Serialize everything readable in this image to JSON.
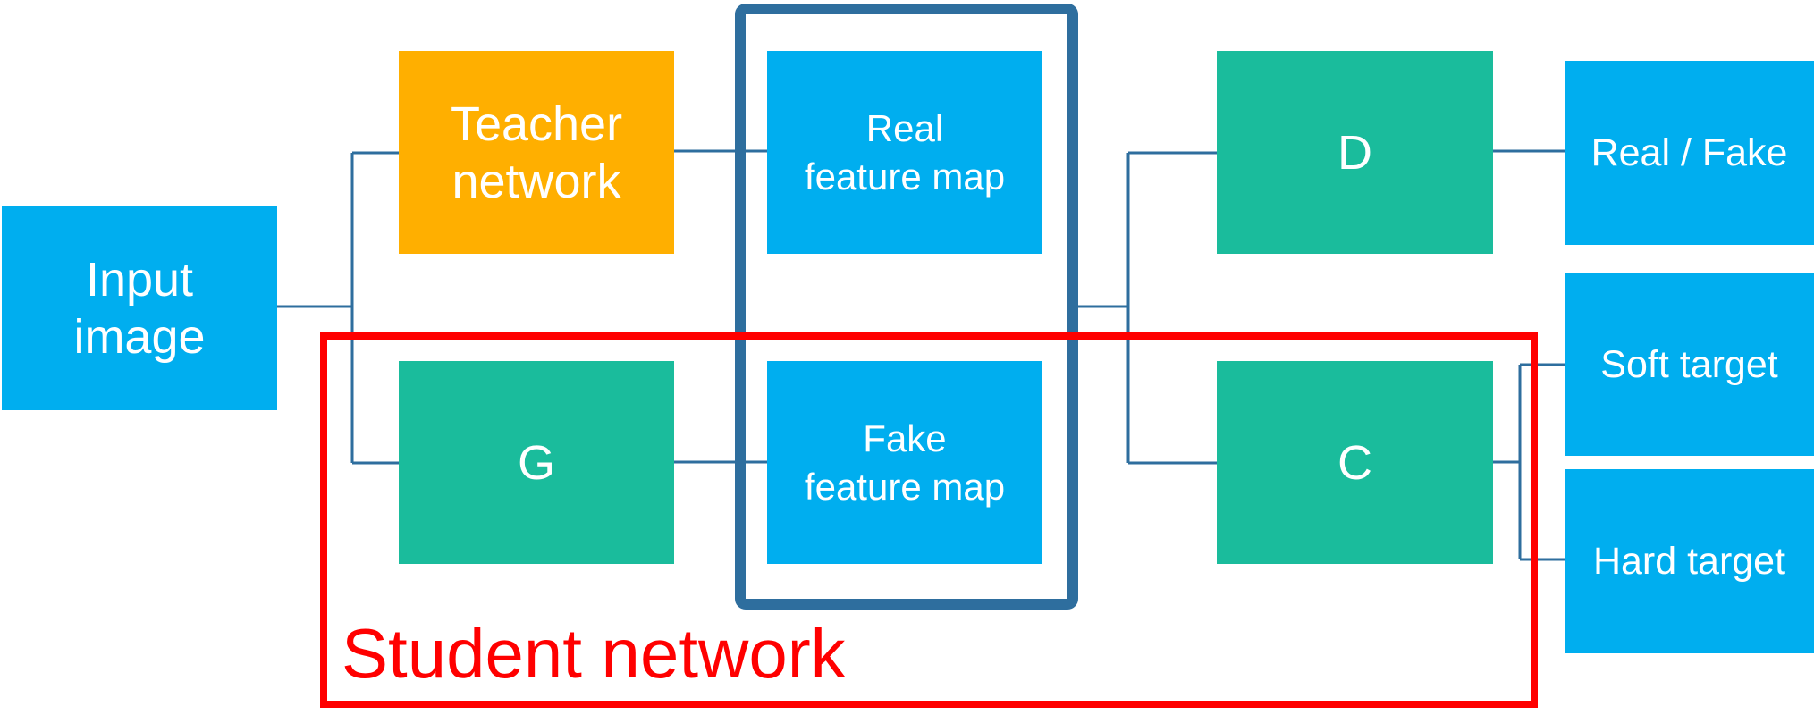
{
  "colors": {
    "blue": "#00AEEF",
    "teal": "#1ABC9C",
    "orange": "#FFAF00",
    "red": "#FF0000",
    "frame": "#2E6E9E",
    "connector": "#2E6E9E"
  },
  "nodes": {
    "input_image": "Input\nimage",
    "teacher_network": "Teacher\nnetwork",
    "generator": "G",
    "real_feature_map": "Real\nfeature map",
    "fake_feature_map": "Fake\nfeature map",
    "discriminator": "D",
    "classifier": "C",
    "real_fake": "Real / Fake",
    "soft_target": "Soft target",
    "hard_target": "Hard target"
  },
  "groups": {
    "student_network": "Student network"
  }
}
